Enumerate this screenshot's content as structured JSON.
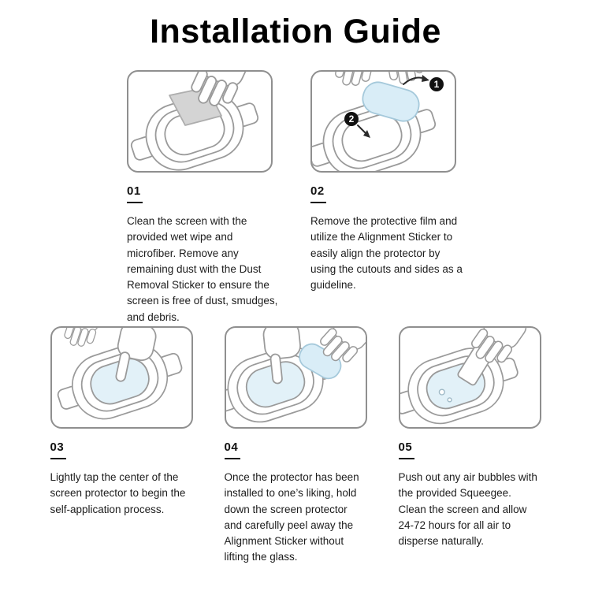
{
  "page": {
    "title": "Installation Guide"
  },
  "steps": [
    {
      "number": "01",
      "text": "Clean the screen with the provided wet wipe and microfiber. Remove any remaining dust with the Dust Removal Sticker to ensure the screen is free of dust, smudges, and debris."
    },
    {
      "number": "02",
      "text": "Remove the protective film and utilize the Alignment Sticker to easily align the protector by using the cutouts and sides as a guideline."
    },
    {
      "number": "03",
      "text": "Lightly tap the center of the screen protector to begin the self-application process."
    },
    {
      "number": "04",
      "text": "Once the protector has been installed to one’s liking, hold down the screen protector and carefully peel away the Alignment Sticker without lifting the glass."
    },
    {
      "number": "05",
      "text": "Push out any air bubbles with the provided Squeegee. Clean the screen and allow 24-72 hours for all air to disperse naturally."
    }
  ],
  "badges": {
    "step2_first": "1",
    "step2_second": "2"
  },
  "colors": {
    "film_blue": "#d9edf7",
    "line_gray": "#9a9a9a",
    "cloth_gray": "#d4d4d4",
    "badge_black": "#111111"
  }
}
